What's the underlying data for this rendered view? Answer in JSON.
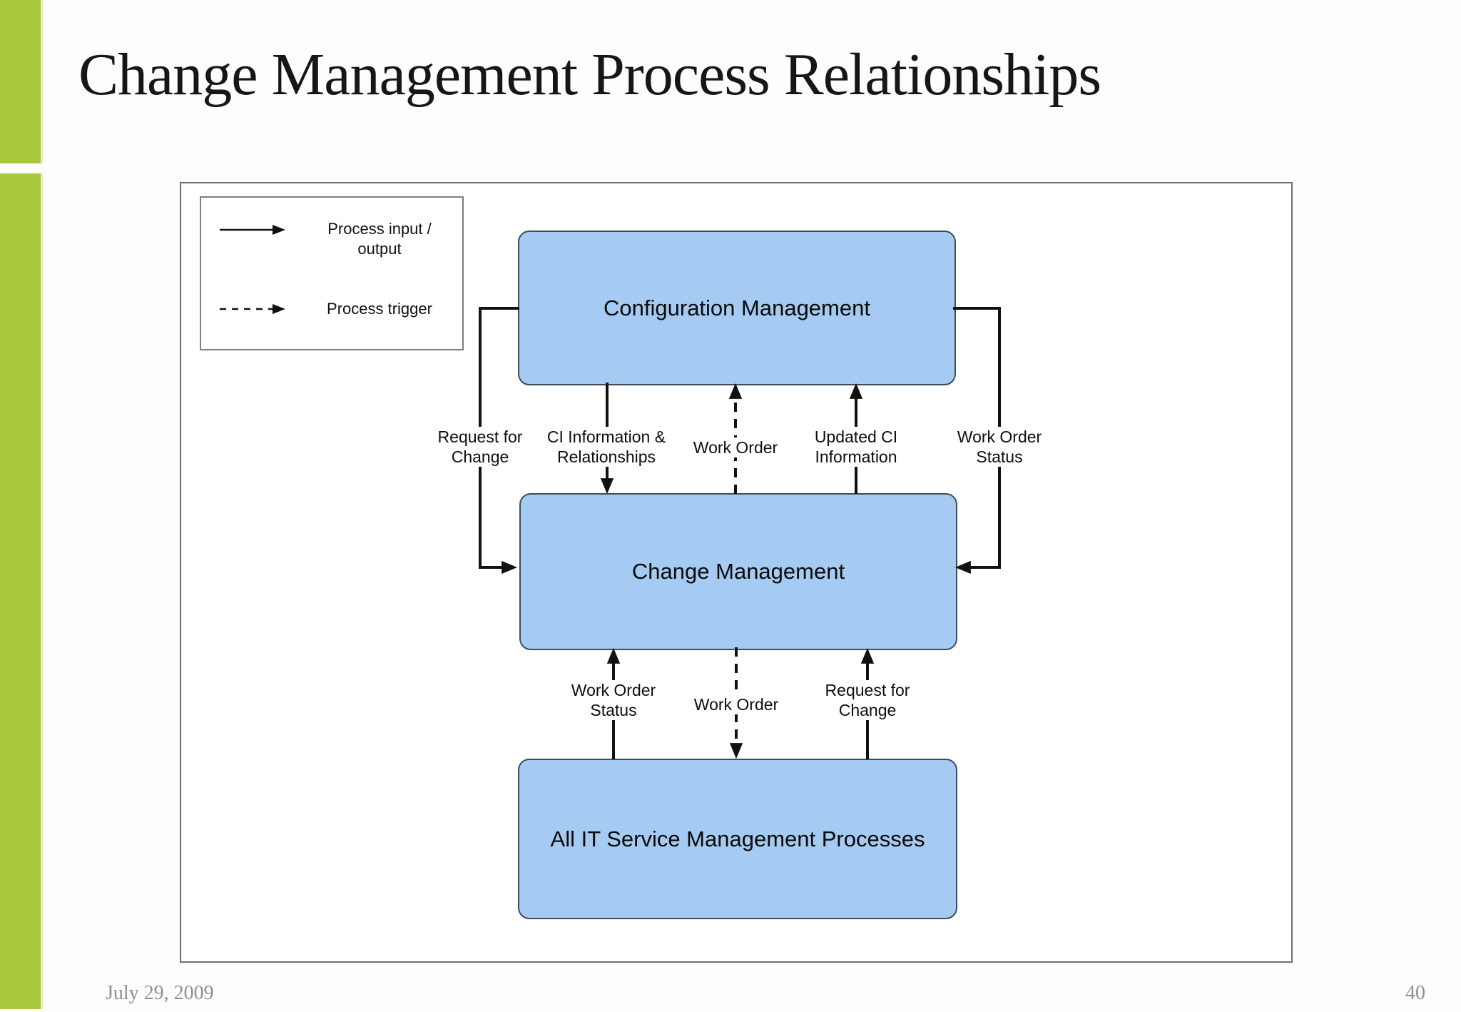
{
  "slide": {
    "title": "Change Management Process Relationships",
    "date": "July 29, 2009",
    "page_number": "40"
  },
  "colors": {
    "accent-green": "#a9c93c",
    "node-fill": "#a6cbf3",
    "node-border": "#3e4d59",
    "line": "#111111",
    "frame-border": "#6f6f6f",
    "muted-text": "#8f8f8f"
  },
  "legend": {
    "items": [
      {
        "symbol": "solid-arrow",
        "meaning": "process input/output",
        "lines": [
          "Process input /",
          "output"
        ]
      },
      {
        "symbol": "dashed-arrow",
        "meaning": "process trigger",
        "lines": [
          "Process trigger"
        ]
      }
    ]
  },
  "nodes": {
    "configuration_management": {
      "label": "Configuration Management"
    },
    "change_management": {
      "label": "Change Management"
    },
    "all_it_processes": {
      "label": "All IT Service Management Processes"
    }
  },
  "edge_labels": {
    "request_for_change_left": {
      "style": "solid",
      "lines": [
        "Request for",
        "Change"
      ]
    },
    "ci_information": {
      "style": "solid",
      "lines": [
        "CI Information &",
        "Relationships"
      ]
    },
    "work_order_trigger_top": {
      "style": "dashed",
      "lines": [
        "Work Order"
      ]
    },
    "updated_ci_information": {
      "style": "solid",
      "lines": [
        "Updated CI",
        "Information"
      ]
    },
    "work_order_status_right": {
      "style": "solid",
      "lines": [
        "Work Order",
        "Status"
      ]
    },
    "work_order_status_bottom": {
      "style": "solid",
      "lines": [
        "Work Order",
        "Status"
      ]
    },
    "work_order_trigger_bottom": {
      "style": "dashed",
      "lines": [
        "Work Order"
      ]
    },
    "request_for_change_bottom": {
      "style": "solid",
      "lines": [
        "Request for",
        "Change"
      ]
    }
  }
}
